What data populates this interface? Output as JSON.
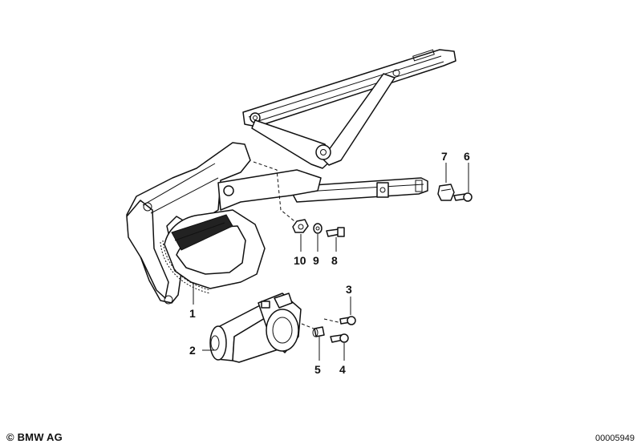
{
  "callouts": [
    {
      "id": "1",
      "text": "1"
    },
    {
      "id": "2",
      "text": "2"
    },
    {
      "id": "3",
      "text": "3"
    },
    {
      "id": "4",
      "text": "4"
    },
    {
      "id": "5",
      "text": "5"
    },
    {
      "id": "6",
      "text": "6"
    },
    {
      "id": "7",
      "text": "7"
    },
    {
      "id": "8",
      "text": "8"
    },
    {
      "id": "9",
      "text": "9"
    },
    {
      "id": "10",
      "text": "10"
    }
  ],
  "footer": {
    "copyright": "© BMW AG",
    "diagram_number": "00005949"
  }
}
